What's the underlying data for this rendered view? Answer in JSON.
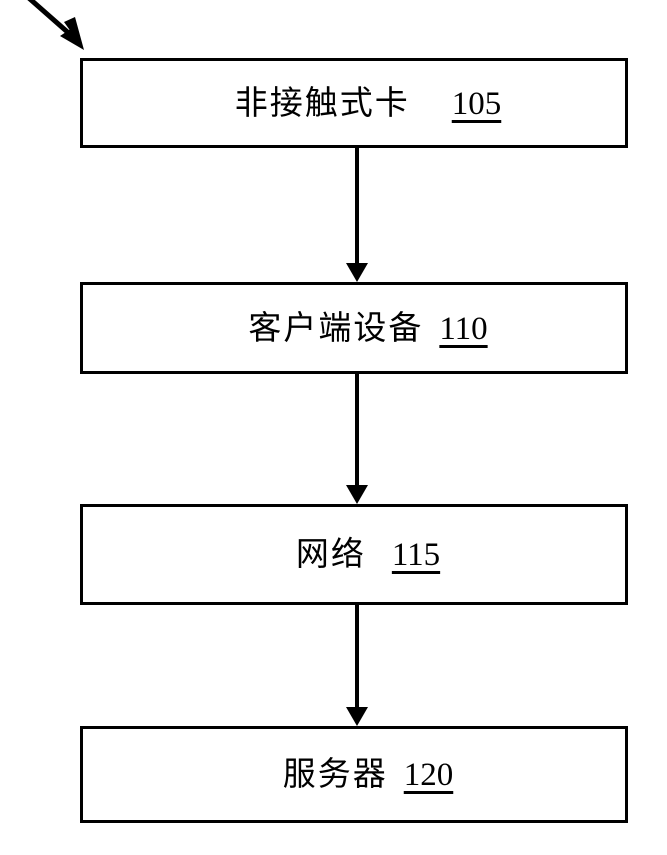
{
  "figure": {
    "title": "Contactless card system block diagram",
    "background_color": "#ffffff",
    "line_color": "#000000"
  },
  "lead_arrow": {
    "icon": "diagonal-arrow-icon",
    "direction": "down-right",
    "target": "node-105"
  },
  "nodes": [
    {
      "id": "node-105",
      "label": "非接触式卡",
      "ref": "105",
      "gap": "wide"
    },
    {
      "id": "node-110",
      "label": "客户端设备",
      "ref": "110",
      "gap": "narrow"
    },
    {
      "id": "node-115",
      "label": "网络",
      "ref": "115",
      "gap": "mid"
    },
    {
      "id": "node-120",
      "label": "服务器",
      "ref": "120",
      "gap": "narrow"
    }
  ],
  "connectors": [
    {
      "id": "connector-105-110",
      "from": "node-105",
      "to": "node-110",
      "icon": "arrow-down-icon"
    },
    {
      "id": "connector-110-115",
      "from": "node-110",
      "to": "node-115",
      "icon": "arrow-down-icon"
    },
    {
      "id": "connector-115-120",
      "from": "node-115",
      "to": "node-120",
      "icon": "arrow-down-icon"
    }
  ]
}
